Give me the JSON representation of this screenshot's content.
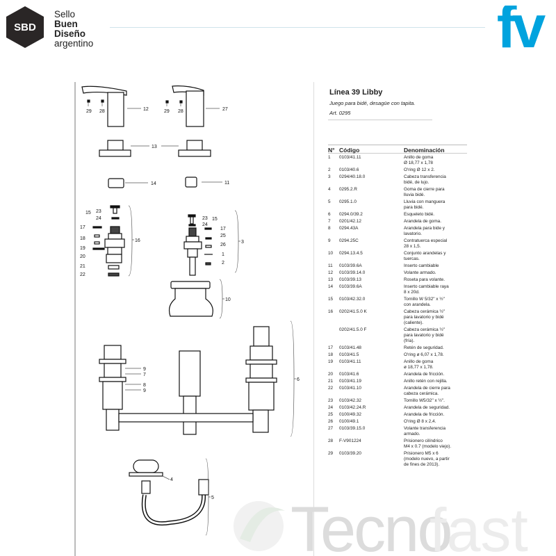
{
  "header": {
    "sbd_badge": "SBD",
    "sbd_lines": [
      "Sello",
      "Buen",
      "Diseño",
      "argentino"
    ],
    "brand_logo": "fv",
    "brand_color": "#00a3de"
  },
  "product": {
    "title": "Línea 39 Libby",
    "subtitle": "Juego para bidé, desagüe con tapita.",
    "article": "Art. 0295"
  },
  "table": {
    "headers": [
      "N°",
      "Código",
      "Denominación"
    ],
    "rows": [
      {
        "n": "1",
        "code": "0103/41.11",
        "desc": [
          "Anillo de goma",
          "Ø 18,77 x 1,78"
        ]
      },
      {
        "n": "2",
        "code": "0103/40.6",
        "desc": [
          "O'ring Ø 12 x 2."
        ]
      },
      {
        "n": "3",
        "code": "0294/40.18.0",
        "desc": [
          "Cabeza transferencia",
          "bidé, de lujo."
        ]
      },
      {
        "n": "4",
        "code": "0295.2.R",
        "desc": [
          "Goma de cierre para",
          "lluvia bidé."
        ]
      },
      {
        "n": "5",
        "code": "0295.1.0",
        "desc": [
          "Lluvia con manguera",
          "para bidé."
        ]
      },
      {
        "n": "6",
        "code": "0294.0/39.2",
        "desc": [
          "Esqueleto bidé."
        ]
      },
      {
        "n": "7",
        "code": "0201/42.12",
        "desc": [
          "Arandela de goma."
        ]
      },
      {
        "n": "8",
        "code": "0294.43A",
        "desc": [
          "Arandela para bide y",
          "lavatorio."
        ]
      },
      {
        "n": "9",
        "code": "0294.25C",
        "desc": [
          "Contratuerca especial",
          "28  x 1,5."
        ]
      },
      {
        "n": "10",
        "code": "0294.13.4.5",
        "desc": [
          "Conjunto arandelas y",
          "tuercas."
        ]
      },
      {
        "n": "11",
        "code": "0103/39.6A",
        "desc": [
          "Inserto cambiable"
        ]
      },
      {
        "n": "12",
        "code": "0103/39.14.0",
        "desc": [
          "Volante armado."
        ]
      },
      {
        "n": "13",
        "code": "0103/39.13",
        "desc": [
          "Roseta para volante."
        ]
      },
      {
        "n": "14",
        "code": "0103/39.6A",
        "desc": [
          "Inserto cambiable raya",
          "8 x 20d."
        ]
      },
      {
        "n": "15",
        "code": "0103/42.32.0",
        "desc": [
          "Tornillo W 5/32\" x ½\"",
          "con arandela."
        ]
      },
      {
        "n": "16",
        "code": "0202/41.5.0 K",
        "desc": [
          "Cabeza cerámica ½\"",
          "para lavatorio y bidé",
          "(caliente)."
        ]
      },
      {
        "n": "",
        "code": "0202/41.5.0 F",
        "desc": [
          "Cabeza cerámica ½\"",
          "para lavatorio y bidé",
          "(fría)."
        ]
      },
      {
        "n": "17",
        "code": "0103/41.48",
        "desc": [
          "Retén de seguridad."
        ]
      },
      {
        "n": "18",
        "code": "0103/41.5",
        "desc": [
          "O'ring ø 6,07 x 1,78."
        ]
      },
      {
        "n": "19",
        "code": "0103/41.11",
        "desc": [
          "Anillo de goma",
          "ø 18,77 x 1,78."
        ]
      },
      {
        "n": "20",
        "code": "0103/41.6",
        "desc": [
          "Arandela de fricción."
        ]
      },
      {
        "n": "21",
        "code": "0103/41.19",
        "desc": [
          "Anillo retén con rejilla."
        ]
      },
      {
        "n": "22",
        "code": "0103/41.10",
        "desc": [
          "Arandela de cierre para",
          "cabeza cerámica."
        ]
      },
      {
        "n": "23",
        "code": "0103/42.32",
        "desc": [
          "Tornillo W5/32\" x  ½\"."
        ]
      },
      {
        "n": "24",
        "code": "0103/42.24.R",
        "desc": [
          "Arandela de seguridad."
        ]
      },
      {
        "n": "25",
        "code": "0100/49.32",
        "desc": [
          "Arandela de fricción."
        ]
      },
      {
        "n": "26",
        "code": "0100/49.1",
        "desc": [
          "O'ring Ø 8 x 2,4."
        ]
      },
      {
        "n": "27",
        "code": "0103/39.15.0",
        "desc": [
          "Volante transferencia",
          "armado."
        ]
      },
      {
        "n": "28",
        "code": "F-V901224",
        "desc": [
          "Prisionero cilíndrico",
          "M4 x 0.7 (modelo viejo)."
        ]
      },
      {
        "n": "29",
        "code": "0103/39.20",
        "desc": [
          "Prisionero M5 x 6",
          "(modelo nuevo, a partir",
          "de fines de 2013)."
        ]
      }
    ]
  },
  "diagram": {
    "labels": {
      "l29a": "29",
      "l28a": "28",
      "l12": "12",
      "l29b": "29",
      "l28b": "28",
      "l27": "27",
      "l13": "13",
      "l14": "14",
      "l11": "11",
      "l15a": "15",
      "l23a": "23",
      "l24a": "24",
      "l17a": "17",
      "l18": "18",
      "l19": "19",
      "l20": "20",
      "l21": "21",
      "l22": "22",
      "l16": "16",
      "l23b": "23",
      "l15b": "15",
      "l24b": "24",
      "l17b": "17",
      "l25": "25",
      "l26": "26",
      "l1": "1",
      "l2": "2",
      "l3": "3",
      "l10": "10",
      "l9a": "9",
      "l7": "7",
      "l8": "8",
      "l9b": "9",
      "l6": "6",
      "l4": "4",
      "l5": "5"
    }
  },
  "watermark": {
    "part1": "Tecno",
    "part2": "fast"
  }
}
